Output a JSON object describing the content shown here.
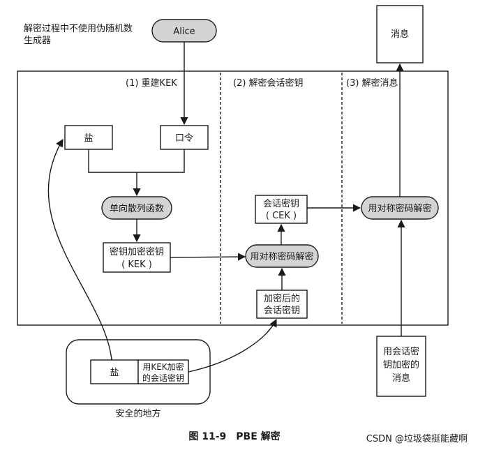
{
  "note": {
    "line1": "解密过程中不使用伪随机数",
    "line2": "生成器"
  },
  "alice": "Alice",
  "message_top": "消息",
  "sections": {
    "s1": "(1) 重建KEK",
    "s2": "(2) 解密会话密钥",
    "s3": "(3) 解密消息"
  },
  "salt_box": "盐",
  "password_box": "口令",
  "hash_func": "单向散列函数",
  "kek_box": {
    "line1": "密钥加密密钥",
    "line2": "( KEK )"
  },
  "cek_box": {
    "line1": "会话密钥",
    "line2": "( CEK )"
  },
  "decrypt_mid": "用对称密码解密",
  "decrypt_right": "用对称密码解密",
  "encrypted_session_key": {
    "line1": "加密后的",
    "line2": "会话密钥"
  },
  "secure_place": {
    "salt": "盐",
    "enc_key_line1": "用KEK加密",
    "enc_key_line2": "的会话密钥",
    "label": "安全的地方"
  },
  "encrypted_message": {
    "line1": "用会话密",
    "line2": "钥加密的",
    "line3": "消息"
  },
  "caption": "图 11-9　PBE 解密",
  "watermark": "CSDN @垃圾袋挺能藏啊"
}
